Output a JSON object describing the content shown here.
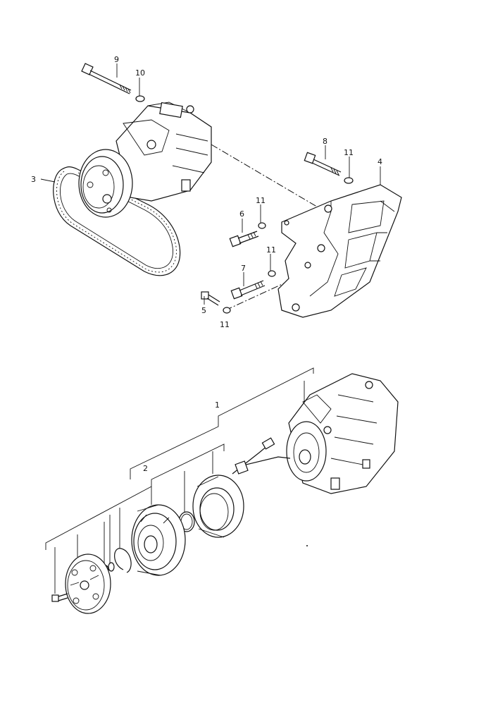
{
  "callouts": {
    "c1": "1",
    "c2": "2",
    "c3": "3",
    "c4": "4",
    "c5": "5",
    "c6": "6",
    "c7": "7",
    "c8": "8",
    "c9": "9",
    "c10": "10",
    "c11a": "11",
    "c11b": "11",
    "c11c": "11",
    "c11d": "11"
  }
}
